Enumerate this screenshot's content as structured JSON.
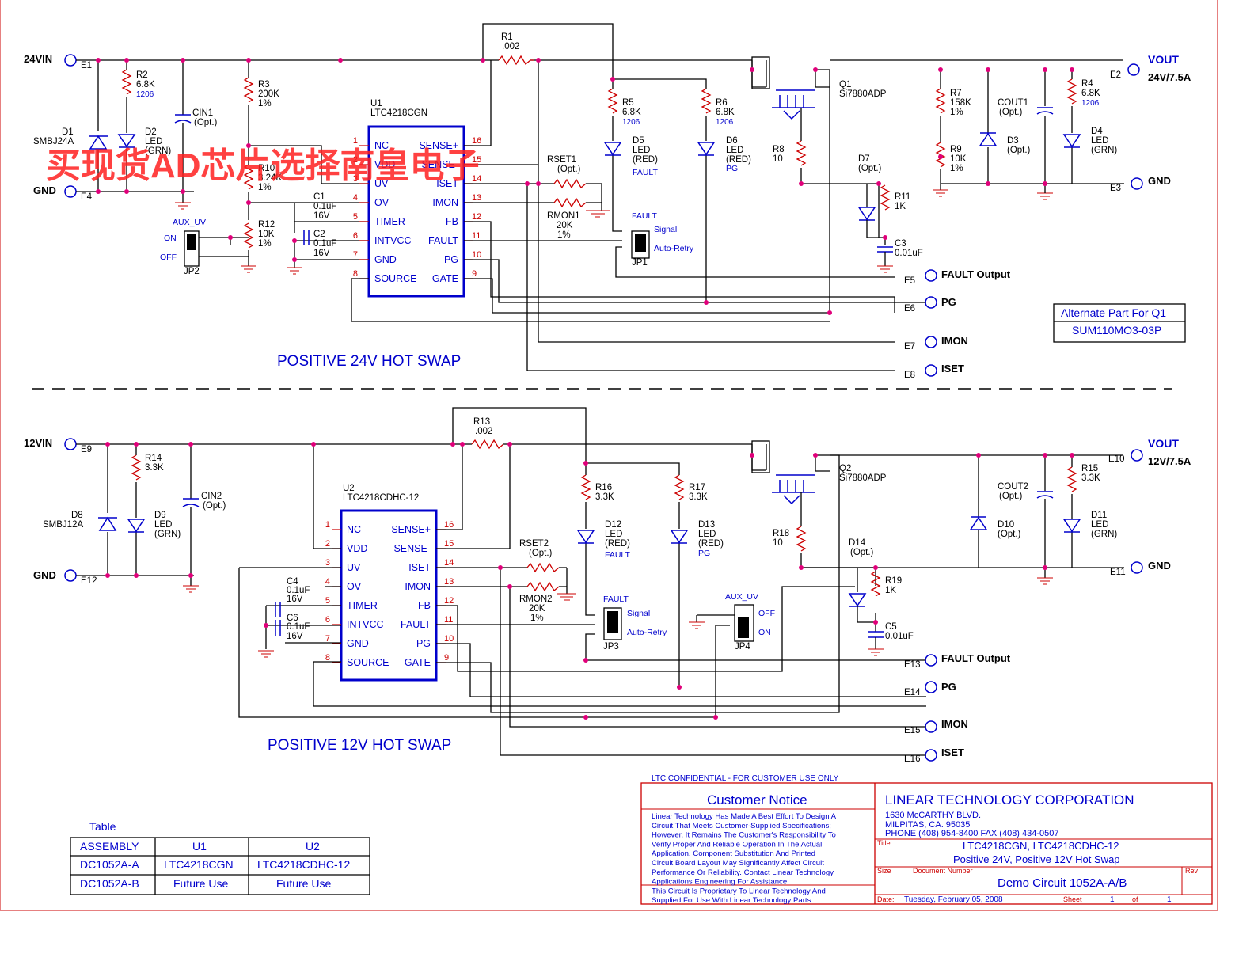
{
  "watermark": "买现货AD芯片选择南皇电子",
  "top": {
    "vin_label": "24VIN",
    "gnd_label": "GND",
    "vout_label": "VOUT",
    "vout_value": "24V/7.5A",
    "out_gnd_label": "GND",
    "section_title": "POSITIVE 24V HOT SWAP",
    "ic_ref": "U1",
    "ic_part": "LTC4218CGN",
    "left_pins": [
      {
        "num": "1",
        "name": "NC"
      },
      {
        "num": "2",
        "name": "VDD"
      },
      {
        "num": "3",
        "name": "UV"
      },
      {
        "num": "4",
        "name": "OV"
      },
      {
        "num": "5",
        "name": "TIMER"
      },
      {
        "num": "6",
        "name": "INTVCC"
      },
      {
        "num": "7",
        "name": "GND"
      },
      {
        "num": "8",
        "name": "SOURCE"
      }
    ],
    "right_pins": [
      {
        "num": "16",
        "name": "SENSE+"
      },
      {
        "num": "15",
        "name": "SENSE-"
      },
      {
        "num": "14",
        "name": "ISET"
      },
      {
        "num": "13",
        "name": "IMON"
      },
      {
        "num": "12",
        "name": "FB"
      },
      {
        "num": "11",
        "name": "FAULT"
      },
      {
        "num": "10",
        "name": "PG"
      },
      {
        "num": "9",
        "name": "GATE"
      }
    ],
    "components": {
      "E1": "E1",
      "E4": "E4",
      "E2": "E2",
      "E3": "E3",
      "E5": "E5",
      "E6": "E6",
      "E7": "E7",
      "E8": "E8",
      "R1": "R1",
      "R1_val": ".002",
      "R2": "R2",
      "R2_val": "6.8K",
      "R2_pkg": "1206",
      "R3": "R3",
      "R3_val": "200K",
      "R3_tol": "1%",
      "R10": "R10",
      "R10_val": "3.24K",
      "R10_tol": "1%",
      "R12": "R12",
      "R12_val": "10K",
      "R12_tol": "1%",
      "D1": "D1",
      "D1_val": "SMBJ24A",
      "D2": "D2",
      "D2_val": "LED",
      "D2_col": "(GRN)",
      "CIN1": "CIN1",
      "CIN1_opt": "(Opt.)",
      "C1": "C1",
      "C1_val": "0.1uF",
      "C1_v": "16V",
      "C2": "C2",
      "C2_val": "0.1uF",
      "C2_v": "16V",
      "JP2": "JP2",
      "AUX_UV": "AUX_UV",
      "ON": "ON",
      "OFF": "OFF",
      "RSET1": "RSET1",
      "RSET1_opt": "(Opt.)",
      "RMON1": "RMON1",
      "RMON1_val": "20K",
      "RMON1_tol": "1%",
      "R5": "R5",
      "R5_val": "6.8K",
      "R5_pkg": "1206",
      "R6": "R6",
      "R6_val": "6.8K",
      "R6_pkg": "1206",
      "D5": "D5",
      "D5_val": "LED",
      "D5_col": "(RED)",
      "D5_sig": "FAULT",
      "D6": "D6",
      "D6_val": "LED",
      "D6_col": "(RED)",
      "D6_sig": "PG",
      "JP1": "JP1",
      "JP1_fault": "FAULT",
      "JP1_signal": "Signal",
      "JP1_auto": "Auto-Retry",
      "Q1": "Q1",
      "Q1_part": "Si7880ADP",
      "R8": "R8",
      "R8_val": "10",
      "D7": "D7",
      "D7_opt": "(Opt.)",
      "R11": "R11",
      "R11_val": "1K",
      "C3": "C3",
      "C3_val": "0.01uF",
      "R7": "R7",
      "R7_val": "158K",
      "R7_tol": "1%",
      "R9": "R9",
      "R9_val": "10K",
      "R9_tol": "1%",
      "COUT1": "COUT1",
      "COUT1_opt": "(Opt.)",
      "D3": "D3",
      "D3_opt": "(Opt.)",
      "R4": "R4",
      "R4_val": "6.8K",
      "R4_pkg": "1206",
      "D4": "D4",
      "D4_val": "LED",
      "D4_col": "(GRN)"
    },
    "outputs": [
      "FAULT Output",
      "PG",
      "IMON",
      "ISET"
    ],
    "alt_part_title": "Alternate Part For Q1",
    "alt_part": "SUM110MO3-03P"
  },
  "bottom": {
    "vin_label": "12VIN",
    "gnd_label": "GND",
    "vout_label": "VOUT",
    "vout_value": "12V/7.5A",
    "out_gnd_label": "GND",
    "section_title": "POSITIVE 12V HOT SWAP",
    "ic_ref": "U2",
    "ic_part": "LTC4218CDHC-12",
    "left_pins": [
      {
        "num": "1",
        "name": "NC"
      },
      {
        "num": "2",
        "name": "VDD"
      },
      {
        "num": "3",
        "name": "UV"
      },
      {
        "num": "4",
        "name": "OV"
      },
      {
        "num": "5",
        "name": "TIMER"
      },
      {
        "num": "6",
        "name": "INTVCC"
      },
      {
        "num": "7",
        "name": "GND"
      },
      {
        "num": "8",
        "name": "SOURCE"
      }
    ],
    "right_pins": [
      {
        "num": "16",
        "name": "SENSE+"
      },
      {
        "num": "15",
        "name": "SENSE-"
      },
      {
        "num": "14",
        "name": "ISET"
      },
      {
        "num": "13",
        "name": "IMON"
      },
      {
        "num": "12",
        "name": "FB"
      },
      {
        "num": "11",
        "name": "FAULT"
      },
      {
        "num": "10",
        "name": "PG"
      },
      {
        "num": "9",
        "name": "GATE"
      }
    ],
    "components": {
      "E9": "E9",
      "E12": "E12",
      "E10": "E10",
      "E11": "E11",
      "E13": "E13",
      "E14": "E14",
      "E15": "E15",
      "E16": "E16",
      "R13": "R13",
      "R13_val": ".002",
      "R14": "R14",
      "R14_val": "3.3K",
      "D8": "D8",
      "D8_val": "SMBJ12A",
      "D9": "D9",
      "D9_val": "LED",
      "D9_col": "(GRN)",
      "CIN2": "CIN2",
      "CIN2_opt": "(Opt.)",
      "C4": "C4",
      "C4_val": "0.1uF",
      "C4_v": "16V",
      "C6": "C6",
      "C6_val": "0.1uF",
      "C6_v": "16V",
      "RSET2": "RSET2",
      "RSET2_opt": "(Opt.)",
      "RMON2": "RMON2",
      "RMON2_val": "20K",
      "RMON2_tol": "1%",
      "R16": "R16",
      "R16_val": "3.3K",
      "R17": "R17",
      "R17_val": "3.3K",
      "D12": "D12",
      "D12_val": "LED",
      "D12_col": "(RED)",
      "D12_sig": "FAULT",
      "D13": "D13",
      "D13_val": "LED",
      "D13_col": "(RED)",
      "D13_sig": "PG",
      "JP3": "JP3",
      "JP3_fault": "FAULT",
      "JP3_signal": "Signal",
      "JP3_auto": "Auto-Retry",
      "JP4": "JP4",
      "AUX_UV": "AUX_UV",
      "JP4_off": "OFF",
      "JP4_on": "ON",
      "Q2": "Q2",
      "Q2_part": "Si7880ADP",
      "R18": "R18",
      "R18_val": "10",
      "D14": "D14",
      "D14_opt": "(Opt.)",
      "R19": "R19",
      "R19_val": "1K",
      "C5": "C5",
      "C5_val": "0.01uF",
      "COUT2": "COUT2",
      "COUT2_opt": "(Opt.)",
      "D10": "D10",
      "D10_opt": "(Opt.)",
      "R15": "R15",
      "R15_val": "3.3K",
      "D11": "D11",
      "D11_val": "LED",
      "D11_col": "(GRN)"
    },
    "outputs": [
      "FAULT Output",
      "PG",
      "IMON",
      "ISET"
    ]
  },
  "table": {
    "caption": "Table",
    "headers": [
      "ASSEMBLY",
      "U1",
      "U2"
    ],
    "rows": [
      [
        "DC1052A-A",
        "LTC4218CGN",
        "LTC4218CDHC-12"
      ],
      [
        "DC1052A-B",
        "Future Use",
        "Future Use"
      ]
    ]
  },
  "title_block": {
    "confidential": "LTC CONFIDENTIAL - FOR CUSTOMER USE ONLY",
    "notice_title": "Customer Notice",
    "notice_lines": [
      "Linear Technology Has Made A Best Effort To Design A",
      "Circuit That Meets Customer-Supplied Specifications;",
      "However, It Remains The Customer's Responsibility To",
      "Verify Proper And Reliable Operation In The Actual",
      "Application. Component Substitution And Printed",
      "Circuit Board Layout May Significantly Affect Circuit",
      "Performance Or Reliability. Contact Linear Technology",
      "Applications Engineering For Assistance.",
      "This Circuit Is Proprietary To Linear Technology And",
      "Supplied For Use With Linear Technology Parts."
    ],
    "company": "LINEAR TECHNOLOGY CORPORATION",
    "address1": "1630 McCARTHY BLVD.",
    "address2": "MILPITAS, CA. 95035",
    "phone": "PHONE (408) 954-8400   FAX (408) 434-0507",
    "title_label": "Title",
    "title_line1": "LTC4218CGN, LTC4218CDHC-12",
    "title_line2": "Positive 24V, Positive 12V Hot Swap",
    "size_label": "Size",
    "docnum_label": "Document Number",
    "docnum": "Demo Circuit 1052A-A/B",
    "rev_label": "Rev",
    "date_label": "Date:",
    "date": "Tuesday, February 05, 2008",
    "sheet_label": "Sheet",
    "sheet": "1",
    "of_label": "of",
    "of": "1"
  }
}
